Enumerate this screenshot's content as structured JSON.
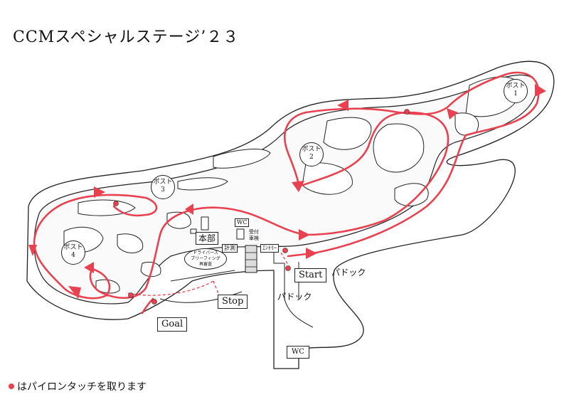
{
  "title": "CCMスペシャルステージ’２３",
  "legend": {
    "text": "はパイロンタッチを取ります",
    "marker_color": "#e8414f"
  },
  "colors": {
    "route": "#e8414f",
    "outline": "#222222",
    "pylon": "#e8414f"
  },
  "posts": [
    {
      "id": "post1",
      "name": "ポスト",
      "number": "1"
    },
    {
      "id": "post2",
      "name": "ポスト",
      "number": "2"
    },
    {
      "id": "post3",
      "name": "ポスト",
      "number": "3"
    },
    {
      "id": "post4",
      "name": "ポスト",
      "number": "4"
    }
  ],
  "labels": {
    "start": "Start",
    "goal": "Goal",
    "stop": "Stop",
    "honbu": "本部",
    "paddock_1": "パドック",
    "paddock_2": "パドック",
    "wc_main": "WC",
    "wc_small": "WC",
    "drivers_line1": "ドライバーズ",
    "drivers_line2": "ブリーフィング",
    "drivers_line3": "再審査",
    "timing": "計測",
    "kiosk": "ｴﾝﾄﾘｰ",
    "small_notes_1": "受付",
    "small_notes_2": "車検"
  },
  "icons": [
    "pylon-marker",
    "direction-arrow"
  ]
}
